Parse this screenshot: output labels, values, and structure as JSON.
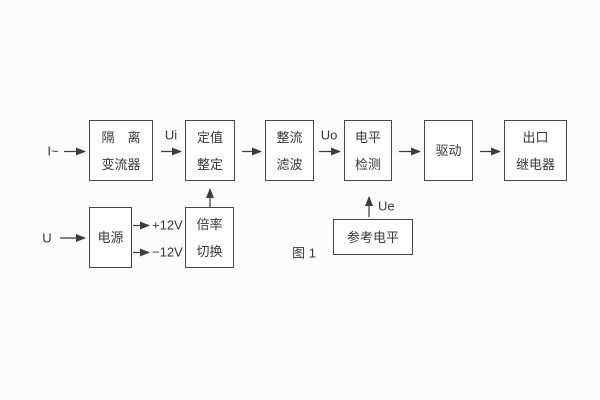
{
  "figure": {
    "caption": "图 1"
  },
  "colors": {
    "ink": "#3d3d3d",
    "box_border": "#454545",
    "box_fill": "#ffffff",
    "background": "#fcfcfc"
  },
  "blocks": [
    {
      "name": "isolation-transformer",
      "line1": "隔　离",
      "line2": "变流器"
    },
    {
      "name": "value-setting",
      "line1": "定值",
      "line2": "整定"
    },
    {
      "name": "rectifier-filter",
      "line1": "整流",
      "line2": "滤波"
    },
    {
      "name": "level-detection",
      "line1": "电平",
      "line2": "检测"
    },
    {
      "name": "driver",
      "line1": "驱动"
    },
    {
      "name": "output-relay",
      "line1": "出口",
      "line2": "继电器"
    },
    {
      "name": "power-supply",
      "line1": "电源"
    },
    {
      "name": "ratio-switch",
      "line1": "倍率",
      "line2": "切换"
    },
    {
      "name": "reference-level",
      "line1": "参考电平"
    }
  ],
  "signals": {
    "input_current": "I~",
    "input_voltage": "U",
    "ui": "Ui",
    "uo": "Uo",
    "ue": "Ue",
    "plus_12v": "+12V",
    "minus_12v": "−12V"
  }
}
